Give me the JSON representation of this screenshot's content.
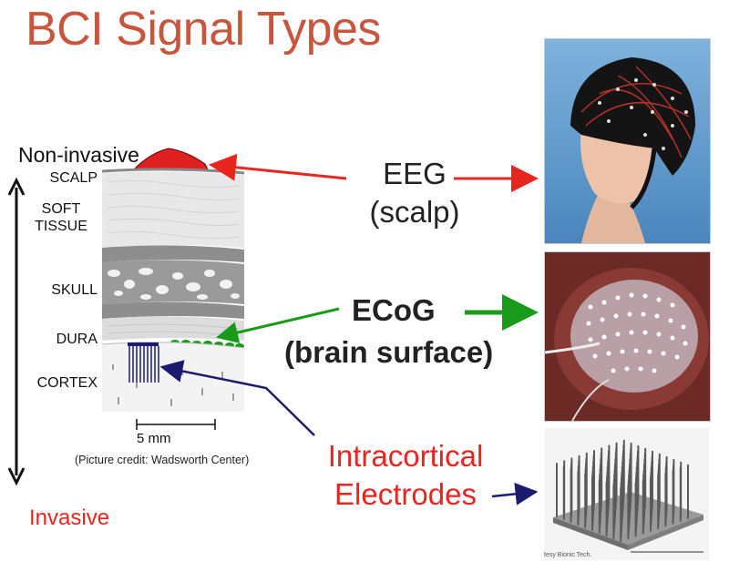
{
  "title": "BCI Signal Types",
  "axis": {
    "top_label": "Non-invasive",
    "bottom_label": "Invasive"
  },
  "layers": {
    "scalp": "SCALP",
    "soft_tissue": "SOFT TISSUE",
    "skull": "SKULL",
    "dura": "DURA",
    "cortex": "CORTEX"
  },
  "scale_bar": "5 mm",
  "picture_credit": "(Picture credit: Wadsworth Center)",
  "signals": {
    "eeg": {
      "name": "EEG",
      "location": "(scalp)",
      "color": "#e8251e"
    },
    "ecog": {
      "name": "ECoG",
      "location": "(brain surface)",
      "color": "#1a9a1a"
    },
    "intracortical": {
      "line1": "Intracortical",
      "line2": "Electrodes",
      "color": "#e8251e",
      "arrow_color": "#1c1c6e"
    }
  },
  "photos": {
    "eeg_photo": "eeg-cap-photo",
    "ecog_photo": "ecog-grid-photo",
    "array_photo": "microelectrode-array-photo",
    "array_credit": "tesy Bionic Tech."
  }
}
